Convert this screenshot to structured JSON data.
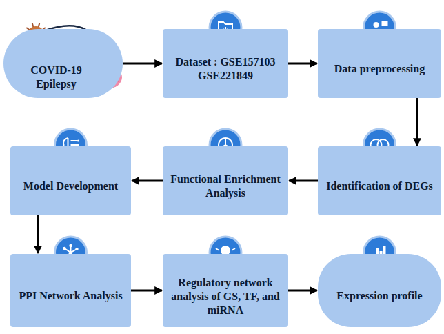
{
  "diagram": {
    "nodes": [
      {
        "text": [
          "COVID-19 Epilepsy"
        ]
      },
      {
        "text": [
          "Dataset : GSE157103 GSE221849"
        ]
      },
      {
        "text": [
          "Data preprocessing"
        ]
      },
      {
        "text": [
          "Identification of DEGs"
        ]
      },
      {
        "text": [
          "Functional Enrichment Analysis"
        ]
      },
      {
        "text": [
          "Model Development"
        ]
      },
      {
        "text": [
          "PPI Network Analysis"
        ]
      },
      {
        "text": [
          "Regulatory network analysis of GS, TF, and miRNA"
        ]
      },
      {
        "text": [
          "Expression profile"
        ]
      }
    ],
    "edges": [
      {
        "from": 0,
        "to": 1,
        "arrow": "to"
      },
      {
        "from": 1,
        "to": 2,
        "arrow": "to"
      },
      {
        "from": 2,
        "to": 3,
        "arrow": "to"
      },
      {
        "from": 3,
        "to": 4,
        "arrow": "to"
      },
      {
        "from": 4,
        "to": 5,
        "arrow": "to"
      },
      {
        "from": 5,
        "to": 6,
        "arrow": "to"
      },
      {
        "from": 6,
        "to": 7,
        "arrow": "to"
      },
      {
        "from": 7,
        "to": 8,
        "arrow": "to"
      }
    ]
  }
}
